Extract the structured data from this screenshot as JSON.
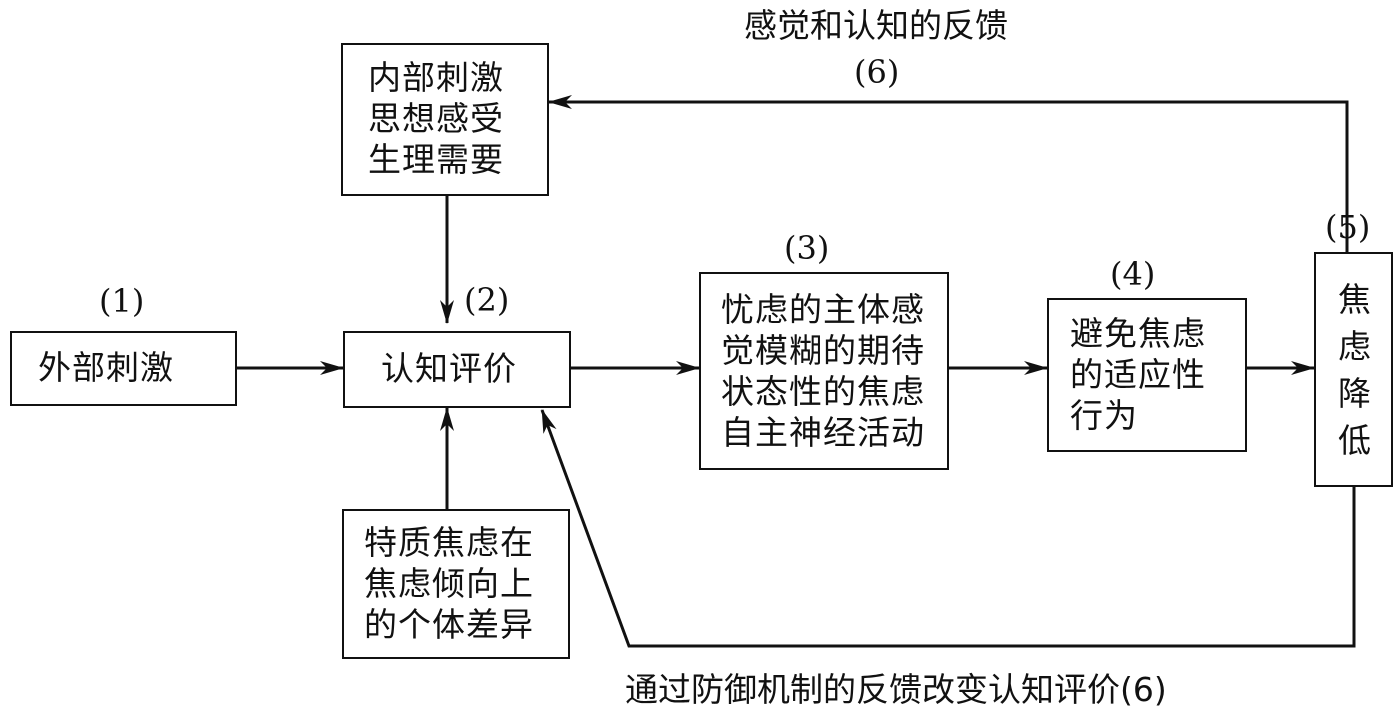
{
  "boxes": {
    "external": {
      "lines": [
        "外部刺激"
      ]
    },
    "internal": {
      "lines": [
        "内部刺激",
        "思想感受",
        "生理需要"
      ]
    },
    "appraisal": {
      "lines": [
        "认知评价"
      ]
    },
    "trait": {
      "lines": [
        "特质焦虑在",
        "焦虑倾向上",
        "的个体差异"
      ]
    },
    "anxiety_state": {
      "lines": [
        "忧虑的主体感",
        "觉模糊的期待",
        "状态性的焦虑",
        "自主神经活动"
      ]
    },
    "avoidance": {
      "lines": [
        "避免焦虑",
        "的适应性",
        "行为"
      ]
    },
    "reduction": {
      "lines": [
        "焦",
        "虑",
        "降",
        "低"
      ]
    }
  },
  "numbers": {
    "n1": "(1)",
    "n2": "(2)",
    "n3": "(3)",
    "n4": "(4)",
    "n5": "(5)",
    "n6_top": "(6)"
  },
  "captions": {
    "top": "感觉和认知的反馈",
    "bottom": "通过防御机制的反馈改变认知评价(6)"
  },
  "colors": {
    "line": "#111111",
    "background": "#ffffff"
  }
}
